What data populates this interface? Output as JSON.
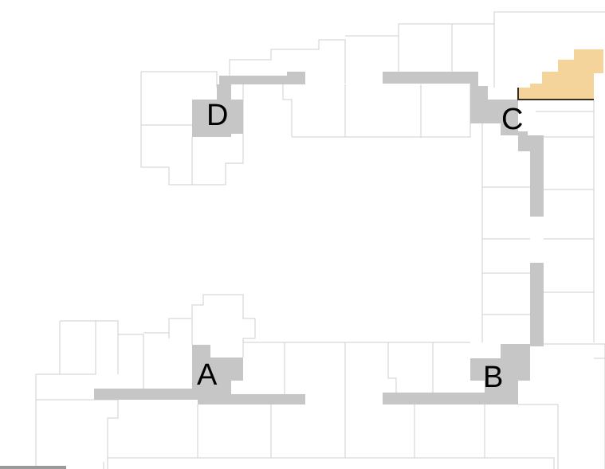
{
  "map": {
    "zones": [
      {
        "id": "A",
        "label": "A"
      },
      {
        "id": "B",
        "label": "B"
      },
      {
        "id": "C",
        "label": "C"
      },
      {
        "id": "D",
        "label": "D"
      }
    ],
    "colors": {
      "zone_fill": "#c6c6c6",
      "highlight_fill": "#f5d49b",
      "highlight_border": "#3a2e20",
      "parcel_stroke": "#cfcfcf"
    }
  }
}
